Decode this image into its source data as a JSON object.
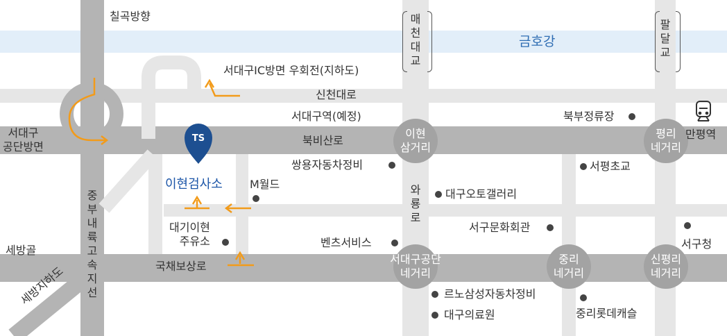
{
  "river": {
    "name": "금호강"
  },
  "bridges": {
    "maecheon": "매천대교",
    "paldal": "팔달교"
  },
  "roads": {
    "sincheon": "신천대로",
    "bukbisan": "북비산로",
    "waryong": "와룡로",
    "gukchae": "국채보상로",
    "jungbu": "중부내륙고속지선",
    "sebang_tunnel": "세방지하도"
  },
  "intersections": {
    "ihyeon": "이현\n삼거리",
    "pyeongri": "평리\n네거리",
    "seodaegu_gongdan": "서대구공단\n네거리",
    "jungri": "중리\n네거리",
    "sinpyeongri": "신평리\n네거리"
  },
  "labels": {
    "chilgok": "칠곡방향",
    "seodaegu_ic": "서대구IC방면 우회전(지하도)",
    "seodaegu_station": "서대구역(예정)",
    "seodaegu_gongdan_dir": "서대구\n공단방면",
    "sebanggol": "세방골",
    "manpyeong_station": "만평역",
    "target": "이현검사소",
    "mworld": "M월드",
    "gas_station": "대기이현\n주유소"
  },
  "pois": {
    "bukbu_terminal": "북부정류장",
    "ssangyong": "쌍용자동차정비",
    "seopyeong_school": "서평초교",
    "daegu_auto_gallery": "대구오토갤러리",
    "seogu_culture": "서구문화회관",
    "seogu_office": "서구청",
    "benz_service": "벤츠서비스",
    "renault": "르노삼성자동차정비",
    "daegu_medical": "대구의료원",
    "jungri_lotte": "중리롯데캐슬"
  },
  "marker": {
    "text": "TS",
    "color": "#1d4f91"
  },
  "colors": {
    "road": "#b4b4b4",
    "road_light": "#e6e6e6",
    "river": "#e2eef9",
    "arrow": "#f29b1a",
    "target_text": "#1d56a8"
  }
}
